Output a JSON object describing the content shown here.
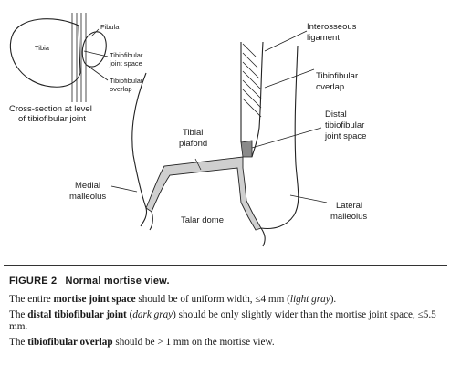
{
  "figure": {
    "labels": {
      "fibula": "Fibula",
      "tibia": "Tibia",
      "tibiofibular_joint_space_small_1": "Tibiofibular",
      "tibiofibular_joint_space_small_2": "joint space",
      "tibiofibular_overlap_small_1": "Tibiofibular",
      "tibiofibular_overlap_small_2": "overlap",
      "cross_section_1": "Cross-section at level",
      "cross_section_2": "of tibiofibular joint",
      "interosseous_1": "Interosseous",
      "interosseous_2": "ligament",
      "overlap_1": "Tibiofibular",
      "overlap_2": "overlap",
      "distal_1": "Distal",
      "distal_2": "tibiofibular",
      "distal_3": "joint space",
      "plafond_1": "Tibial",
      "plafond_2": "plafond",
      "medial_1": "Medial",
      "medial_2": "malleolus",
      "talar_dome": "Talar dome",
      "lateral_1": "Lateral",
      "lateral_2": "malleolus"
    },
    "colors": {
      "joint_space_light_gray": "#cfcfcf",
      "distal_joint_dark_gray": "#8a8a8a",
      "line": "#222222"
    }
  },
  "caption": {
    "title_label": "FIGURE 2",
    "title_text": "Normal mortise view.",
    "p1_a": "The entire ",
    "p1_b": "mortise joint space",
    "p1_c": " should be of uniform width, ≤4 mm (",
    "p1_d": "light gray",
    "p1_e": ").",
    "p2_a": "The ",
    "p2_b": "distal tibiofibular joint",
    "p2_c": " (",
    "p2_d": "dark gray",
    "p2_e": ") should be only slightly wider than the mortise joint space, ≤5.5 mm.",
    "p3_a": "The ",
    "p3_b": "tibiofibular overlap",
    "p3_c": " should be > 1 mm on the mortise view."
  }
}
